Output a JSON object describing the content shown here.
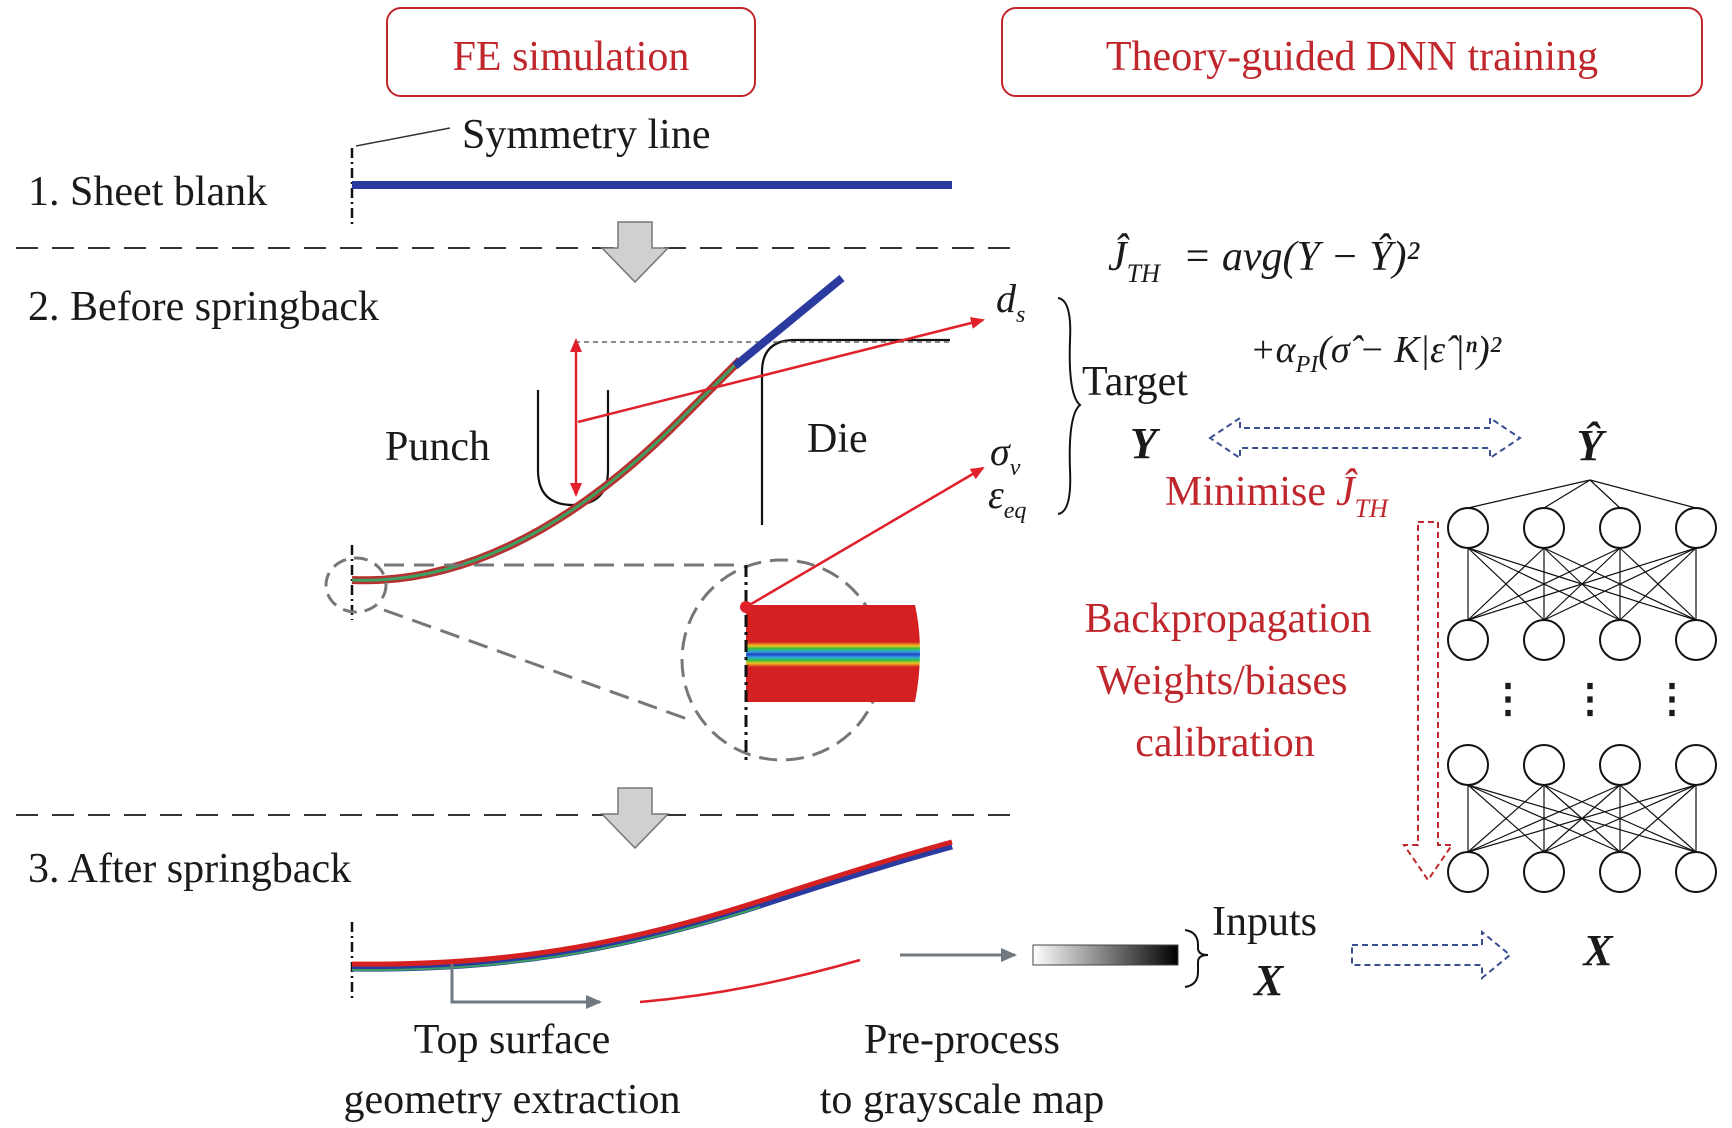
{
  "headers": {
    "fe": "FE simulation",
    "dnn": "Theory-guided DNN training"
  },
  "stages": {
    "s1": "1. Sheet blank",
    "s2": "2. Before springback",
    "s3": "3. After springback"
  },
  "labels": {
    "symmetry": "Symmetry line",
    "punch": "Punch",
    "die": "Die",
    "target": "Target",
    "Y": "Y",
    "inputs": "Inputs",
    "X": "X",
    "ds_d": "d",
    "ds_sub": "s",
    "sigma": "σ",
    "sigma_sub": "v",
    "eps": "ε",
    "eps_sub": "eq",
    "top_surface_1": "Top surface",
    "top_surface_2": "geometry extraction",
    "preprocess_1": "Pre-process",
    "preprocess_2": "to grayscale map"
  },
  "red_text": {
    "minimise": "Minimise",
    "backprop": "Backpropagation",
    "weights": "Weights/biases",
    "calibration": "calibration"
  },
  "equation": {
    "line1": "= avg(Y − Ŷ)²",
    "line2": "+α",
    "line2_sub": "PI",
    "line2_rest": "(σ̂ − K|ε̂ |ⁿ)²",
    "J": "Ĵ",
    "J_sub": "TH"
  },
  "network": {
    "output_label": "Ŷ",
    "input_label": "X",
    "dots": "⋮"
  },
  "colors": {
    "red": "#c0272d",
    "blue_sheet": "#2b3a9e",
    "dashed_arrow": "#3a4f8f",
    "gray_arrow": "#c8c8c8"
  }
}
